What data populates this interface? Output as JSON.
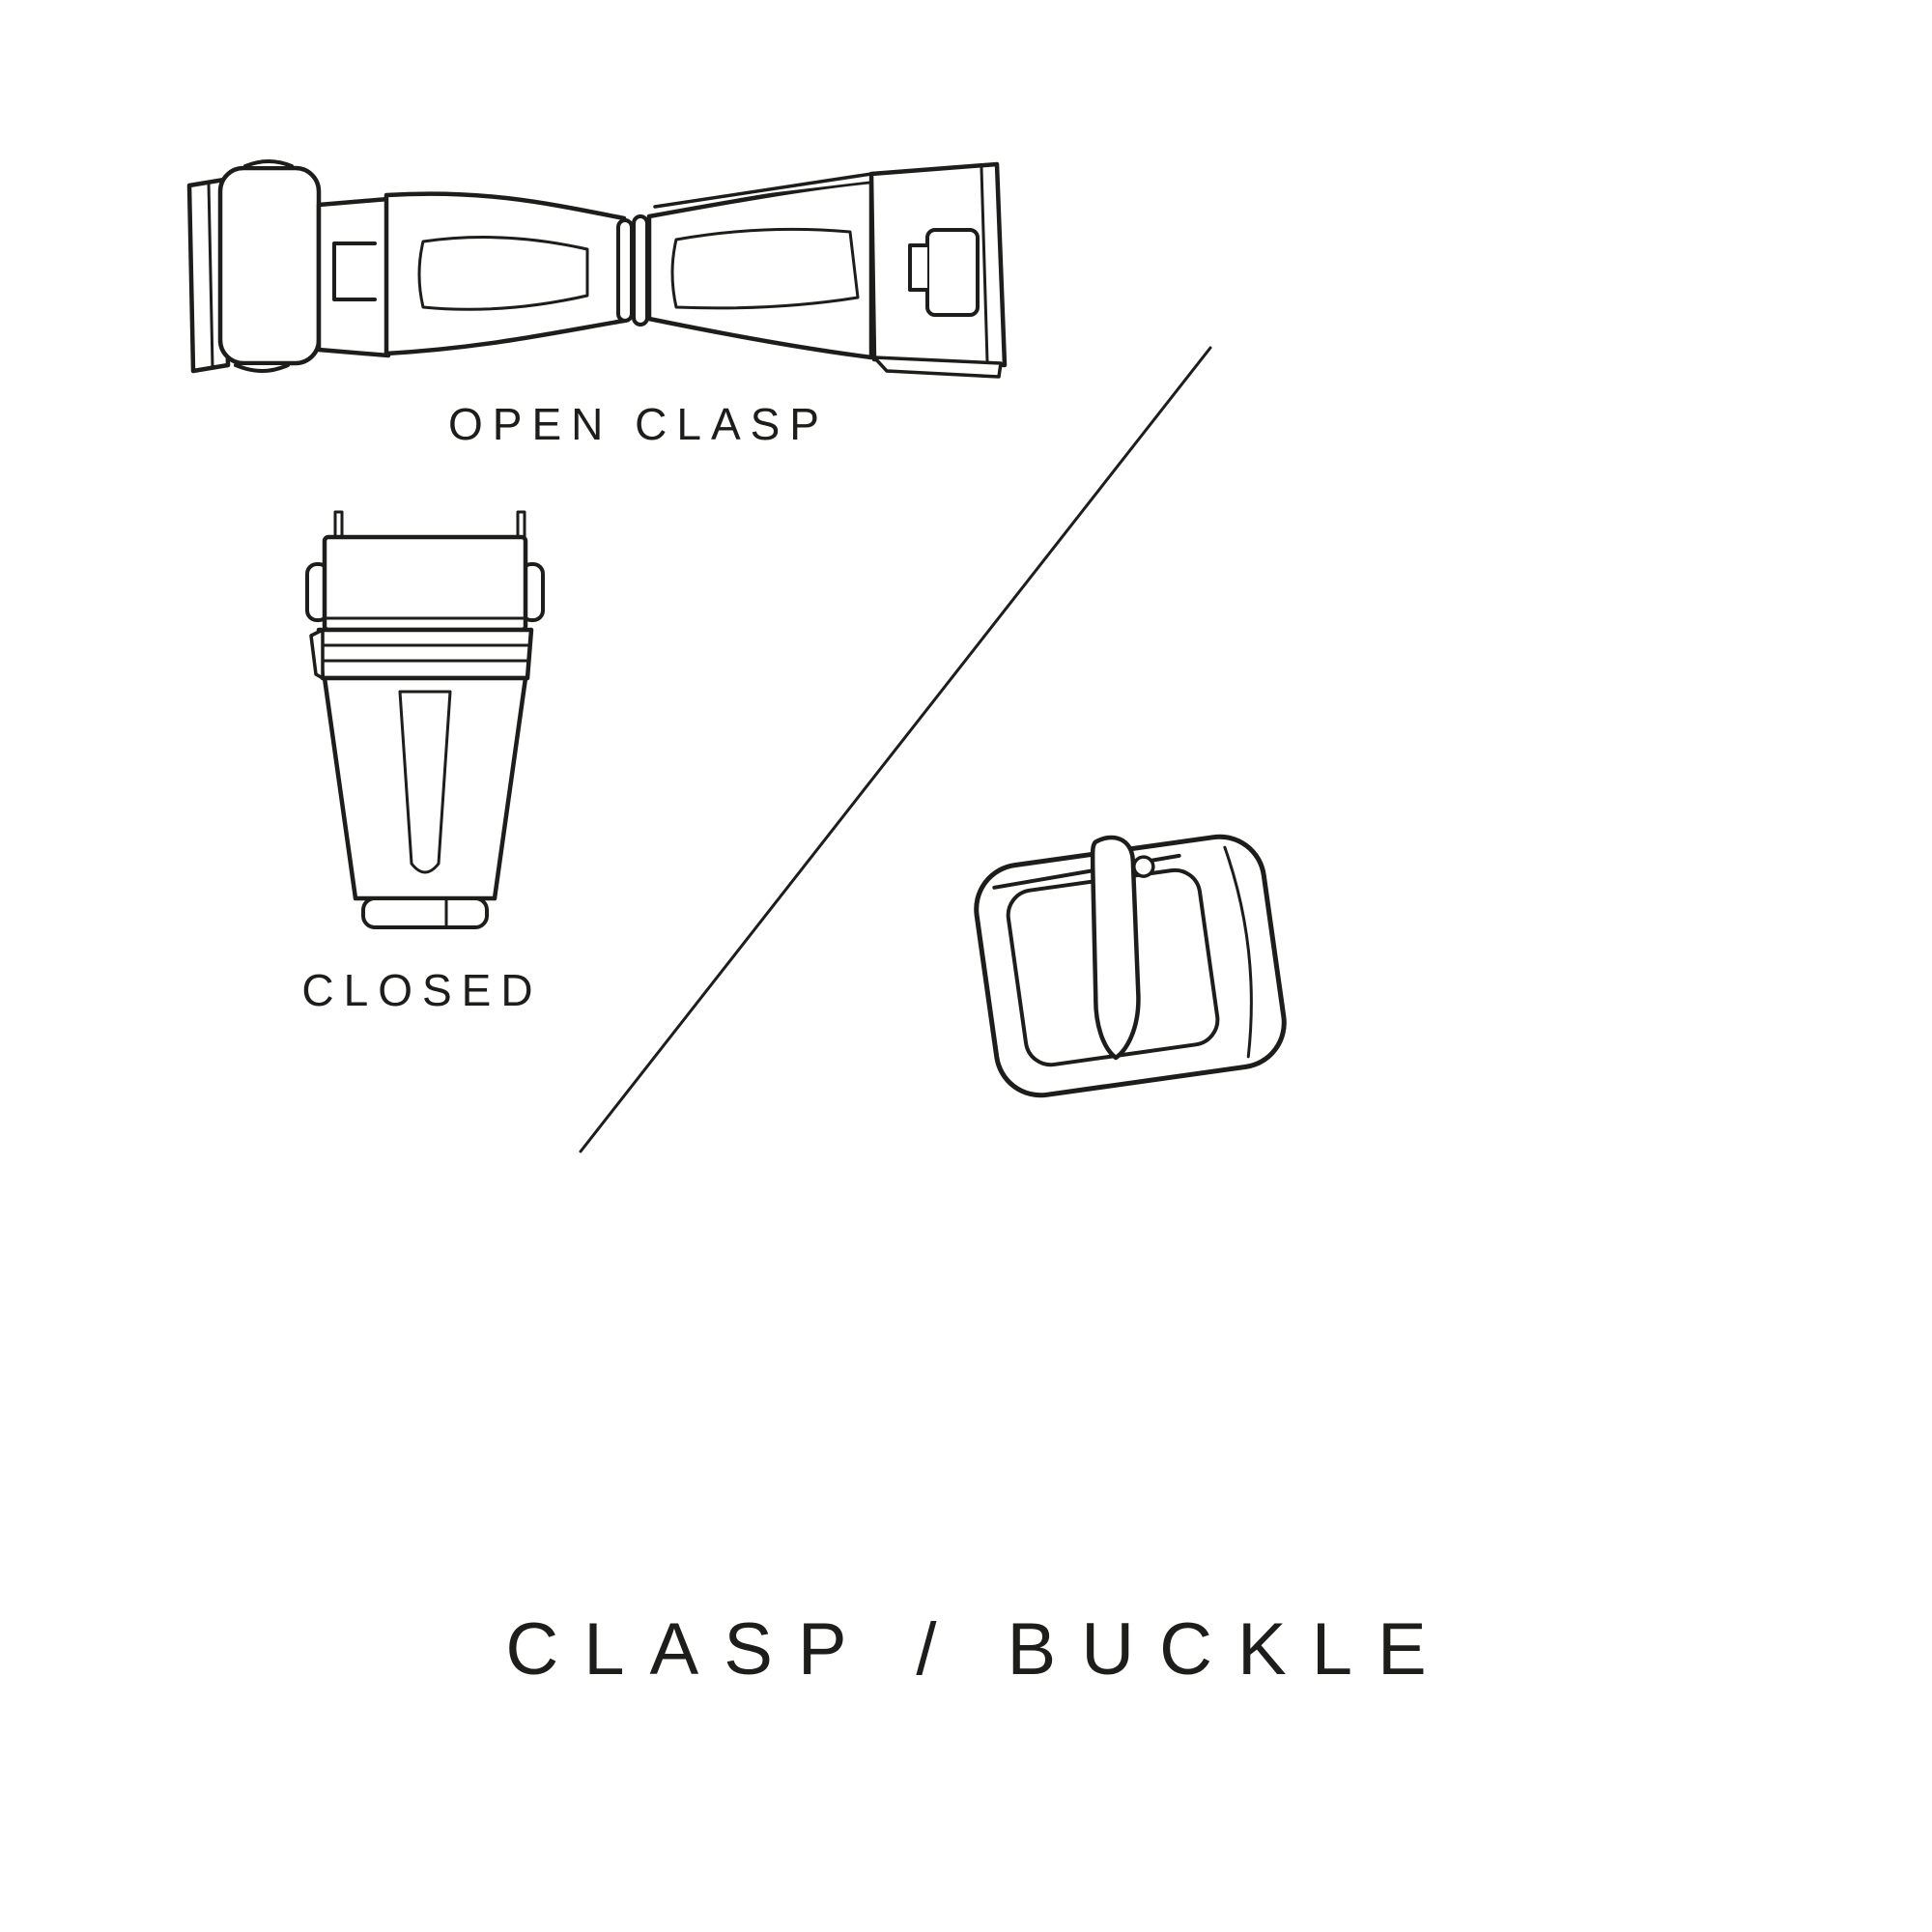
{
  "page": {
    "background_color": "#ffffff",
    "line_color": "#1d1d1b"
  },
  "labels": {
    "open_clasp": "OPEN CLASP",
    "closed": "CLOSED"
  },
  "title": "CLASP / BUCKLE",
  "illustrations": {
    "open_clasp_icon": "open-deployant-clasp-line-drawing",
    "closed_clasp_icon": "closed-clasp-line-drawing",
    "tang_buckle_icon": "tang-buckle-line-drawing",
    "divider_icon": "diagonal-divider-line"
  }
}
